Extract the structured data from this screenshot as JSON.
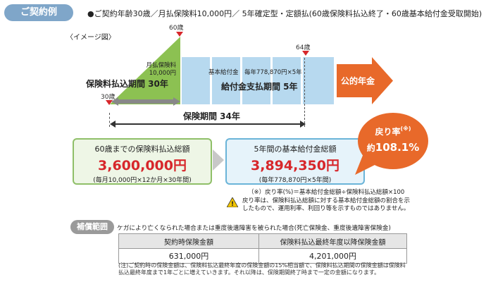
{
  "header": {
    "example_label": "ご契約例",
    "conditions": "●ご契約年齢30歳／月払保険料10,000円／ 5年確定型・定額払(60歳保険料払込終了・60歳基本給付金受取開始)"
  },
  "diagram": {
    "image_label": "〈イメージ図〉",
    "age_30": "30歳",
    "age_60": "60歳",
    "age_64": "64歳",
    "monthly_premium_label": "月払保険料",
    "monthly_premium_value": "10,000円",
    "payment_period": "保険料払込期間 30年",
    "basic_benefit_note": "基本給付金　毎年778,870円×5年",
    "benefit_period": "給付金支払期間 5年",
    "pension": "公的年金",
    "insurance_period": "保険期間 34年"
  },
  "summary": {
    "paid_title": "60歳までの保険料払込総額",
    "paid_value": "3,600,000円",
    "paid_note": "(毎月10,000円×12か月×30年間)",
    "benefit_title": "5年間の基本給付金総額",
    "benefit_value": "3,894,350円",
    "benefit_note": "(毎年778,870円×5年間)",
    "return_rate_label": "戻り率",
    "return_rate_mark": "(※)",
    "return_rate_prefix": "約",
    "return_rate_value": "108.1%"
  },
  "note": {
    "formula": "（※）戻り率(%)＝基本給付金総額÷保険料払込総額×100",
    "text": "戻り率は、保険料払込総額に対する基本給付金総額の割合を示したもので、運用利率、利回り等を示すものではありません。"
  },
  "coverage": {
    "label": "補償範囲",
    "description": "ケガにより亡くなられた場合または重度後遺障害を被られた場合(死亡保険金、重度後遺障害保険金)",
    "headers": [
      "契約時保険金額",
      "保険料払込最終年度以降保険金額"
    ],
    "values": [
      "631,000円",
      "4,201,000円"
    ],
    "footnote": "(注)ご契約時の保険金額は、保険料払込最終年度の保険金額の15%相当額で、保険料払込期間の保険金額は保険料払込最終年度まで1年ごとに増えていきます。それ以降は、保険期間終了時まで一定の金額になります。"
  },
  "colors": {
    "green": "#8cc152",
    "blue": "#b7d9ef",
    "orange": "#e8692a",
    "red": "#d7272b"
  }
}
